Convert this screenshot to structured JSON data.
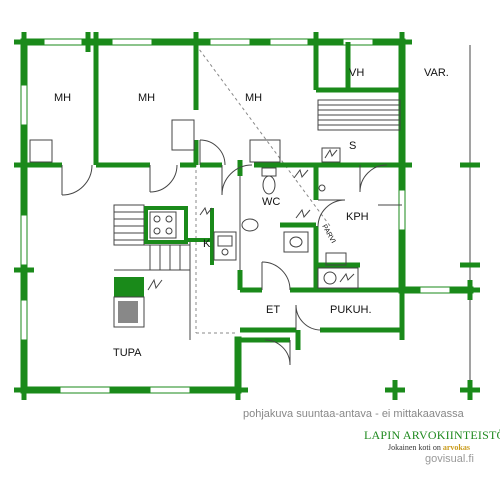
{
  "rooms": {
    "mh1": "MH",
    "mh2": "MH",
    "mh3": "MH",
    "vh": "VH",
    "var": "VAR.",
    "s": "S",
    "wc": "WC",
    "kph": "KPH",
    "k": "K",
    "et": "ET",
    "pukuh": "PUKUH.",
    "tupa": "TUPA",
    "parvi": "PARVI"
  },
  "caption": "pohjakuva suuntaa-antava - ei mittakaavassa",
  "brand": {
    "name": "LAPIN ARVOKIINTEISTÖT",
    "slogan_prefix": "Jokainen koti on ",
    "slogan_highlight": "arvokas"
  },
  "credit": "govisual.fi",
  "colors": {
    "wall": "#1a8a1a",
    "line": "#333333",
    "dashed": "#777777"
  }
}
